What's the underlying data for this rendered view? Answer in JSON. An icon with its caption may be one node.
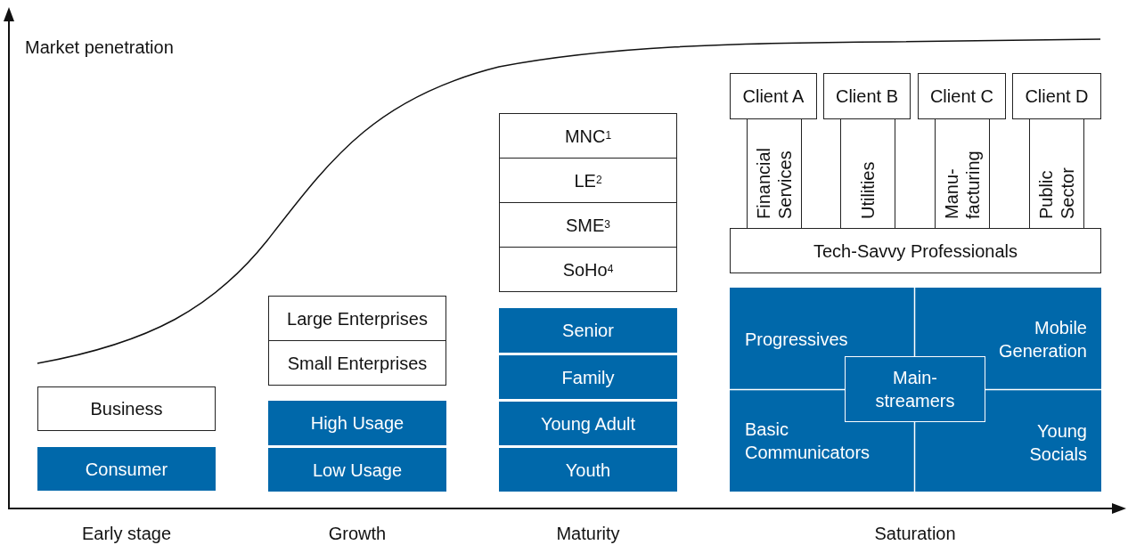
{
  "diagram": {
    "nodes": [
      {
        "text": [
          "Business"
        ]
      },
      {
        "text": [
          "Consumer"
        ]
      },
      {
        "text": [
          "Large Enterprises"
        ]
      },
      {
        "text": [
          "Small Enterprises"
        ]
      },
      {
        "text": [
          "High Usage"
        ]
      },
      {
        "text": [
          "Low Usage"
        ]
      },
      {
        "text": [
          "MNC$^{1}$"
        ]
      },
      {
        "text": [
          "LE$^{2}$"
        ]
      },
      {
        "text": [
          "SME$^{3}$"
        ]
      },
      {
        "text": [
          "SoHo$^{4}$"
        ]
      },
      {
        "text": [
          "Senior"
        ]
      },
      {
        "text": [
          "Family"
        ]
      },
      {
        "text": [
          "Young Adult"
        ]
      },
      {
        "text": [
          "Youth"
        ]
      },
      {
        "text": [
          "Client A"
        ]
      },
      {
        "text": [
          "Client B"
        ]
      },
      {
        "text": [
          "Client C"
        ]
      },
      {
        "text": [
          "Client D"
        ]
      },
      {
        "text": [
          "Financial Services"
        ]
      },
      {
        "text": [
          "Utilities"
        ]
      },
      {
        "text": [
          "Manu- facturing"
        ]
      },
      {
        "text": [
          "Public Sector"
        ]
      },
      {
        "text": [
          "Tech-Savvy Professionals"
        ]
      },
      {
        "text": [
          "Progressives"
        ]
      },
      {
        "text": [
          "Mobile Generation"
        ]
      },
      {
        "text": [
          "Basic Communicators"
        ]
      },
      {
        "text": [
          "Young Socials"
        ]
      },
      {
        "text": [
          "Main- streamers"
        ]
      }
    ],
    "labels": [
      "Market penetration",
      "Early stage",
      "Growth",
      "Maturity",
      "Saturation"
    ]
  }
}
